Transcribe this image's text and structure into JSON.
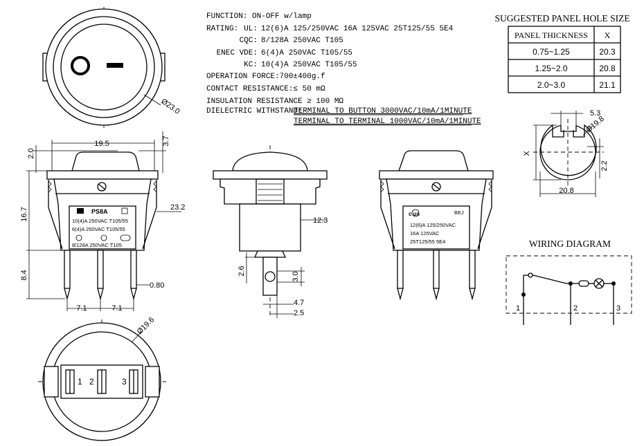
{
  "specs": {
    "function": "FUNCTION: ON-OFF w/lamp",
    "rating_label": "RATING:",
    "ul_label": "UL:",
    "ul_value": "12(6)A 125/250VAC 16A 125VAC  25T125/55  5E4",
    "cqc_label": "CQC:",
    "cqc_value": "8/128A 250VAC T105",
    "enec_label": "ENEC VDE:",
    "enec_value": "6(4)A 250VAC T105/55",
    "kc_label": "KC:",
    "kc_value": "10(4)A 250VAC T105/55",
    "operation_force": "OPERATION FORCE:700±400g.f",
    "contact_resistance": "CONTACT RESISTANCE:≤ 50 mΩ",
    "insulation_resistance": "INSULATION RESISTANCE ≥ 100 MΩ",
    "dielectric_label": "DIELECTRIC WITHSTAND:",
    "dielectric_line1": "TERMINAL TO BUTTON 3000VAC/10mA/1MINUTE",
    "dielectric_line2": "TERMINAL TO TERMINAL 1000VAC/10mA/1MINUTE"
  },
  "panel_table": {
    "title": "SUGGESTED PANEL HOLE SIZE",
    "headers": [
      "PANEL THICKNESS",
      "X"
    ],
    "rows": [
      {
        "thickness": "0.75~1.25",
        "x": "20.3"
      },
      {
        "thickness": "1.25~2.0",
        "x": "20.8"
      },
      {
        "thickness": "2.0~3.0",
        "x": "21.1"
      }
    ]
  },
  "hole_dims": {
    "width": "5.3",
    "diameter": "Ø19.8",
    "x": "X",
    "flat": "2.2",
    "total": "20.8"
  },
  "wiring": {
    "title": "WIRING DIAGRAM",
    "terminals": [
      "1",
      "2",
      "3"
    ]
  },
  "top_view": {
    "diameter": "Ø23.0"
  },
  "front_view": {
    "width": "19.5",
    "rocker_height": "3.7",
    "rocker_rise": "2.0",
    "body_height": "16.7",
    "bezel_width": "23.2",
    "pin_length": "8.4",
    "pin_thickness": "0.80",
    "pitch_1": "7.1",
    "pitch_2": "7.1",
    "label_brand": "PS8A",
    "label_line1": "10(4)A 250VAC  T105/55",
    "label_line2": "6(4)A 250VAC  T105/55",
    "label_line3": "8/128A 250VAC T105"
  },
  "side_view": {
    "body_width": "12.3",
    "pin_offset": "2.6",
    "pin_height": "3.0",
    "pin_width": "4.7",
    "pin_depth": "2.5"
  },
  "rear_view": {
    "label_brand": "BEJ",
    "label_ul": "c  us",
    "label_line1": "12(6)A 125/250VAC",
    "label_line2": "16A  125VAC",
    "label_line3": "25T125/55  5E4"
  },
  "bottom_view": {
    "diameter": "Ø19.6",
    "terminals": [
      "1",
      "2",
      "3"
    ]
  }
}
